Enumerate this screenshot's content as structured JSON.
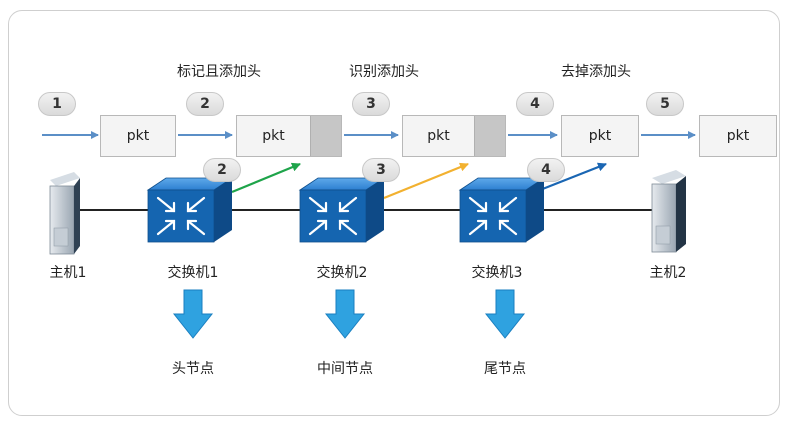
{
  "stage_labels": [
    "标记且添加头",
    "识别添加头",
    "去掉添加头"
  ],
  "packet_label": "pkt",
  "top_steps": [
    "1",
    "2",
    "3",
    "4",
    "5"
  ],
  "link_steps": [
    "2",
    "3",
    "4"
  ],
  "devices": {
    "host1": "主机1",
    "switch1": "交换机1",
    "switch2": "交换机2",
    "switch3": "交换机3",
    "host2": "主机2"
  },
  "node_roles": [
    "头节点",
    "中间节点",
    "尾节点"
  ],
  "colors": {
    "flow_arrow": "#5b8fc7",
    "link_green": "#1ea44a",
    "link_orange": "#f2b130",
    "link_blue": "#1a66b3",
    "switch_blue": "#1565b0",
    "role_arrow": "#2fa2e0"
  }
}
